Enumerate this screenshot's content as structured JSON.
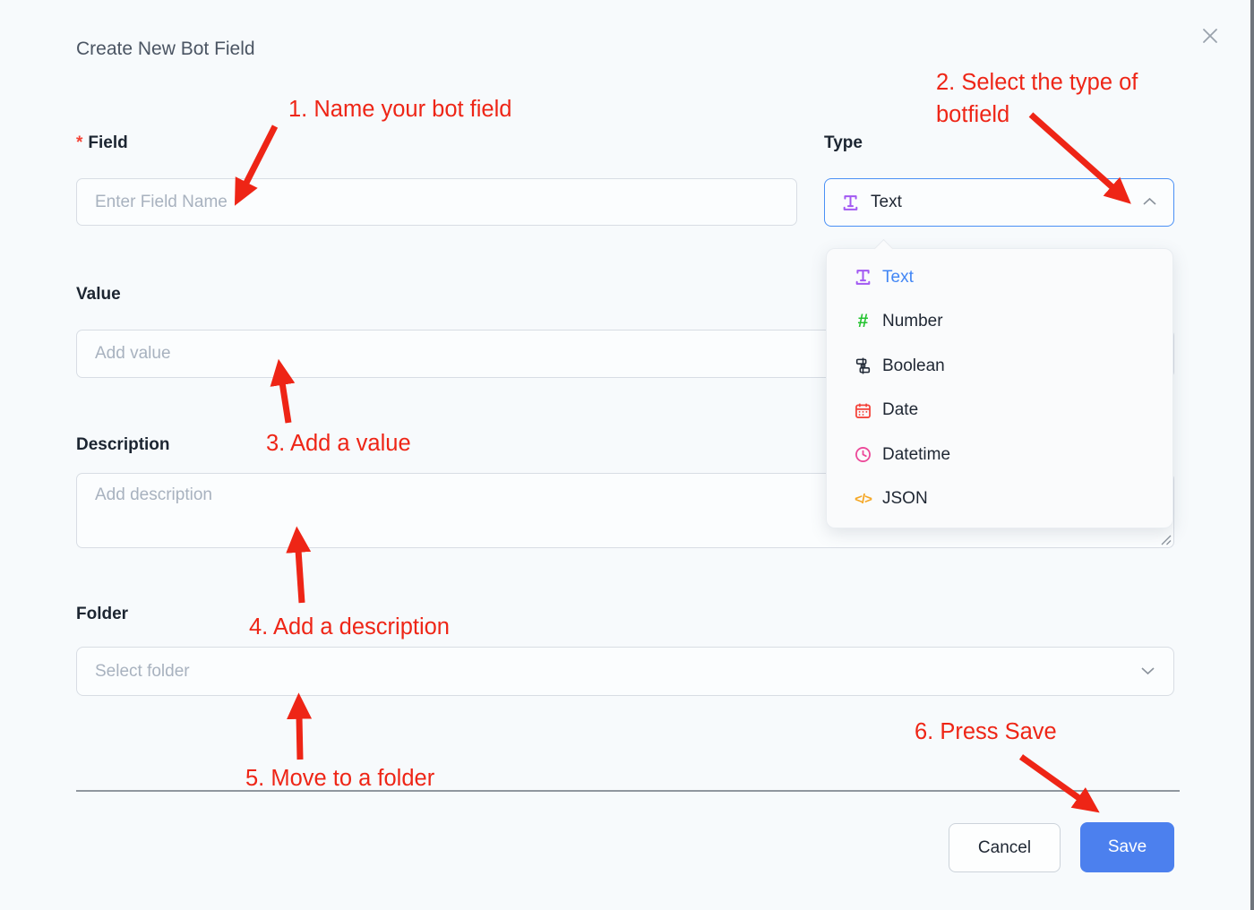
{
  "modal": {
    "title": "Create New Bot Field"
  },
  "form": {
    "field": {
      "required_mark": "*",
      "label": "Field",
      "placeholder": "Enter Field Name",
      "value": ""
    },
    "type": {
      "label": "Type",
      "selected_value": "Text",
      "selected_icon": "text-icon"
    },
    "value": {
      "label": "Value",
      "placeholder": "Add value",
      "value": ""
    },
    "description": {
      "label": "Description",
      "placeholder": "Add description",
      "value": ""
    },
    "folder": {
      "label": "Folder",
      "placeholder": "Select folder"
    }
  },
  "type_dropdown": {
    "options": [
      {
        "label": "Text",
        "icon": "text-icon",
        "icon_color": "#a259f2",
        "selected": true
      },
      {
        "label": "Number",
        "icon": "hash-icon",
        "glyph": "#",
        "icon_color": "#23c32f",
        "selected": false
      },
      {
        "label": "Boolean",
        "icon": "boolean-toggle-icon",
        "icon_color": "#222b38",
        "selected": false
      },
      {
        "label": "Date",
        "icon": "calendar-icon",
        "icon_color": "#f4453c",
        "selected": false
      },
      {
        "label": "Datetime",
        "icon": "clock-icon",
        "icon_color": "#ec4899",
        "selected": false
      },
      {
        "label": "JSON",
        "icon": "code-icon",
        "glyph": "</>",
        "icon_color": "#f5a623",
        "selected": false
      }
    ]
  },
  "annotations": {
    "color": "#ee2516",
    "items": [
      {
        "text": "1. Name your bot field"
      },
      {
        "text": "2. Select the type of botfield"
      },
      {
        "text": "3. Add a value"
      },
      {
        "text": "4. Add a description"
      },
      {
        "text": "5. Move to a folder"
      },
      {
        "text": "6. Press Save"
      }
    ]
  },
  "footer": {
    "cancel_label": "Cancel",
    "save_label": "Save",
    "save_color": "#4c80ee"
  },
  "colors": {
    "background": "#f7fafc",
    "selected_option_text": "#4286f5",
    "focused_select_border": "#4a90f5",
    "required_mark": "#f44336",
    "annotation_red": "#ee2516"
  }
}
